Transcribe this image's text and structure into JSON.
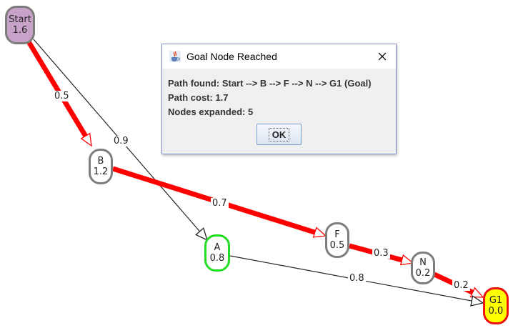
{
  "graph": {
    "nodes": [
      {
        "id": "start",
        "name": "Start",
        "h": "1.6",
        "fill": "#c8a2c8",
        "border": "#7d7d7d"
      },
      {
        "id": "b",
        "name": "B",
        "h": "1.2",
        "fill": "#ffffff",
        "border": "#7d7d7d"
      },
      {
        "id": "a",
        "name": "A",
        "h": "0.8",
        "fill": "#ffffff",
        "border": "#22dd22"
      },
      {
        "id": "f",
        "name": "F",
        "h": "0.5",
        "fill": "#ffffff",
        "border": "#7d7d7d"
      },
      {
        "id": "n",
        "name": "N",
        "h": "0.2",
        "fill": "#ffffff",
        "border": "#7d7d7d"
      },
      {
        "id": "g1",
        "name": "G1",
        "h": "0.0",
        "fill": "#ffff00",
        "border": "#ee1111"
      }
    ],
    "edges": [
      {
        "from": "start",
        "to": "b",
        "cost": "0.5",
        "on_path": true
      },
      {
        "from": "start",
        "to": "a",
        "cost": "0.9",
        "on_path": false
      },
      {
        "from": "b",
        "to": "f",
        "cost": "0.7",
        "on_path": true
      },
      {
        "from": "f",
        "to": "n",
        "cost": "0.3",
        "on_path": true
      },
      {
        "from": "n",
        "to": "g1",
        "cost": "0.2",
        "on_path": true
      },
      {
        "from": "a",
        "to": "g1",
        "cost": "0.8",
        "on_path": false
      }
    ],
    "colors": {
      "path": "#ff0000",
      "edge": "#222222",
      "arrow_fill": "#ffffff"
    }
  },
  "dialog": {
    "title": "Goal Node Reached",
    "close_glyph": "✕",
    "lines": [
      "Path found: Start --> B --> F --> N --> G1 (Goal)",
      "Path cost: 1.7",
      "Nodes expanded: 5"
    ],
    "ok_label": "OK"
  }
}
